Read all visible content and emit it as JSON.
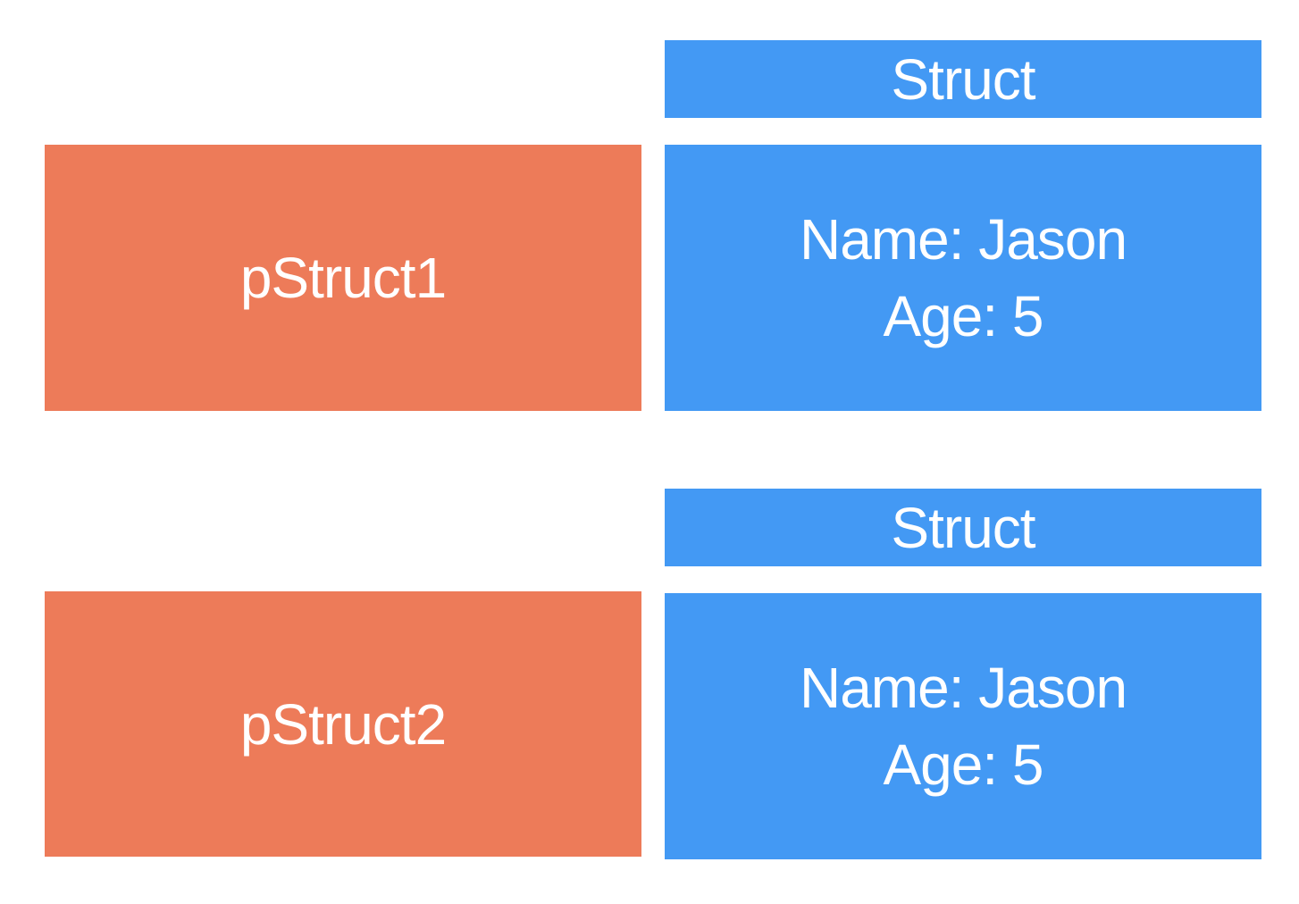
{
  "colors": {
    "pointer_box": "#ED7B59",
    "struct_box": "#4399F4",
    "text": "#FFFFFF",
    "background": "#FFFFFF"
  },
  "rows": [
    {
      "pointer_label": "pStruct1",
      "struct_header": "Struct",
      "fields": [
        "Name: Jason",
        "Age: 5"
      ]
    },
    {
      "pointer_label": "pStruct2",
      "struct_header": "Struct",
      "fields": [
        "Name: Jason",
        "Age: 5"
      ]
    }
  ]
}
